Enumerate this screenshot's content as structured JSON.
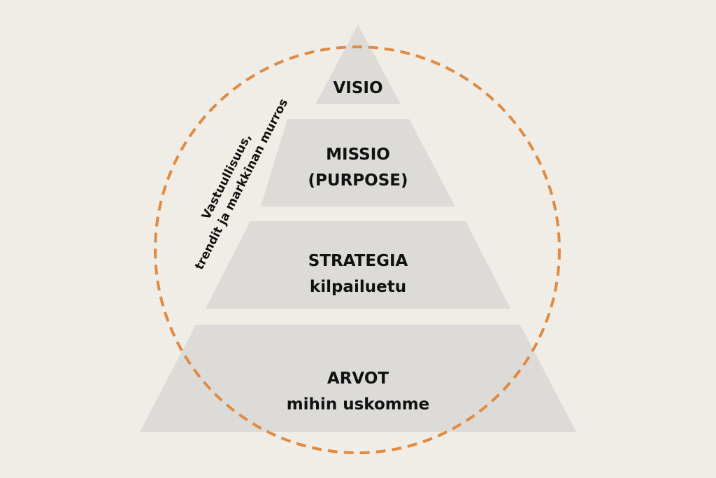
{
  "colors": {
    "background": "#efede6",
    "pyramid_fill": "#dcdbd8",
    "circle_stroke": "#e08a42",
    "text": "#111111"
  },
  "pyramid": {
    "levels": [
      {
        "id": "visio",
        "lines": [
          "VISIO"
        ]
      },
      {
        "id": "missio",
        "lines": [
          "MISSIO",
          "(PURPOSE)"
        ]
      },
      {
        "id": "strategia",
        "lines": [
          "STRATEGIA",
          "kilpailuetu"
        ]
      },
      {
        "id": "arvot",
        "lines": [
          "ARVOT",
          "mihin uskomme"
        ]
      }
    ]
  },
  "side_note": {
    "lines": [
      "Vastuullisuus,",
      "trendit ja markkinan murros"
    ]
  }
}
